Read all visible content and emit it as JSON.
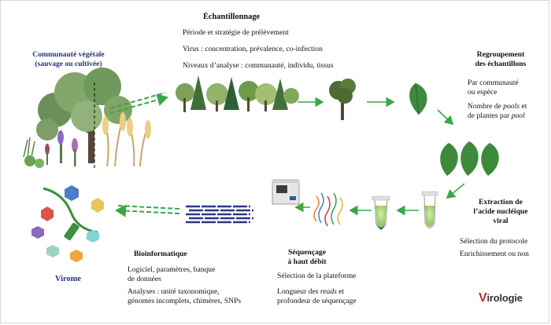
{
  "community": {
    "title_line1": "Communauté végétale",
    "title_line2": "(sauvage ou cultivée)"
  },
  "sampling": {
    "title": "Échantillonnage",
    "line1": "Période et stratégie de prélèvement",
    "line2": "Virus : concentration, prévalence, co-infection",
    "line3": "Niveaux d’analyse : communauté, individu, tissus"
  },
  "pooling": {
    "title_line1": "Regroupement",
    "title_line2": "des échantillons",
    "text1_line1": "Par communauté",
    "text1_line2": "ou espèce",
    "text2_line1_pre": "Nombre de ",
    "text2_line1_em": "pools",
    "text2_line1_post": " et",
    "text2_line2_pre": "de plantes par ",
    "text2_line2_em": "pool"
  },
  "extraction": {
    "title_line1": "Extraction de",
    "title_line2": "l’acide nucléique",
    "title_line3": "viral",
    "text1": "Sélection du protocole",
    "text2": "Enrichissement ou non"
  },
  "sequencing": {
    "title_line1": "Séquençage",
    "title_line2": "à haut débit",
    "text1": "Sélection de la plateforme",
    "text2_pre": "Longueur des ",
    "text2_em": "reads",
    "text2_post": " et",
    "text2_line2": "profondeur de séquençage"
  },
  "bioinfo": {
    "title": "Bioinformatique",
    "text1_line1": "Logiciel, paramètres, banque",
    "text1_line2": "de données",
    "text2_line1": "Analyses : unité taxonomique,",
    "text2_line2": "génomes incomplets, chimères, SNPs"
  },
  "virome": {
    "label": "Virome"
  },
  "logo": {
    "letter": "V",
    "rest": "irologie"
  },
  "colors": {
    "arrow_green": "#3aa64a",
    "title_navy": "#26337a",
    "reads_navy": "#2c3784",
    "logo_red": "#c0262c"
  }
}
